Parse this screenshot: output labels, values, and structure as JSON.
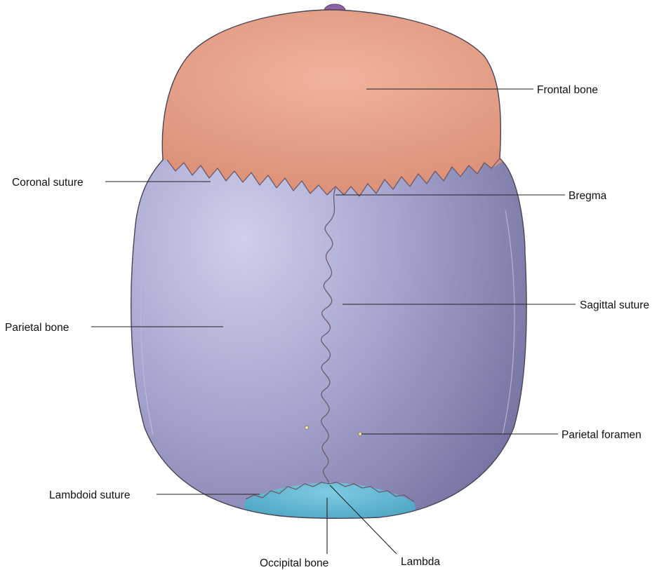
{
  "diagram": {
    "labels": {
      "frontal_bone": "Frontal bone",
      "coronal_suture": "Coronal suture",
      "bregma": "Bregma",
      "sagittal_suture": "Sagittal suture",
      "parietal_bone": "Parietal bone",
      "parietal_foramen": "Parietal foramen",
      "lambdoid_suture": "Lambdoid suture",
      "occipital_bone": "Occipital bone",
      "lambda": "Lambda"
    },
    "colors": {
      "frontal": "#e49b82",
      "parietal": "#8d8cb8",
      "parietal_highlight": "#c9c9e6",
      "occipital": "#5fb3cf",
      "nasal": "#8b63a6"
    }
  }
}
